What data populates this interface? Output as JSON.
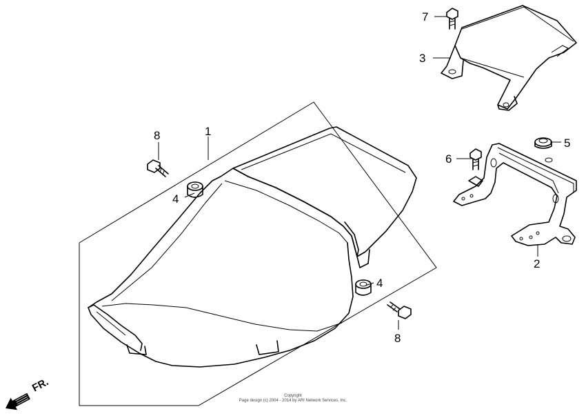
{
  "diagram": {
    "callouts": {
      "seat": "1",
      "bracket": "2",
      "rear_cowl": "3",
      "collar_left": "4",
      "collar_right": "4",
      "grommet": "5",
      "bolt_bracket": "6",
      "bolt_cowl": "7",
      "bolt_seat_left": "8",
      "bolt_seat_right": "8"
    },
    "direction_label": "FR.",
    "copyright_line1": "Copyright",
    "copyright_line2": "Page design (c) 2004 - 2014 by ARI Network Services, Inc."
  }
}
